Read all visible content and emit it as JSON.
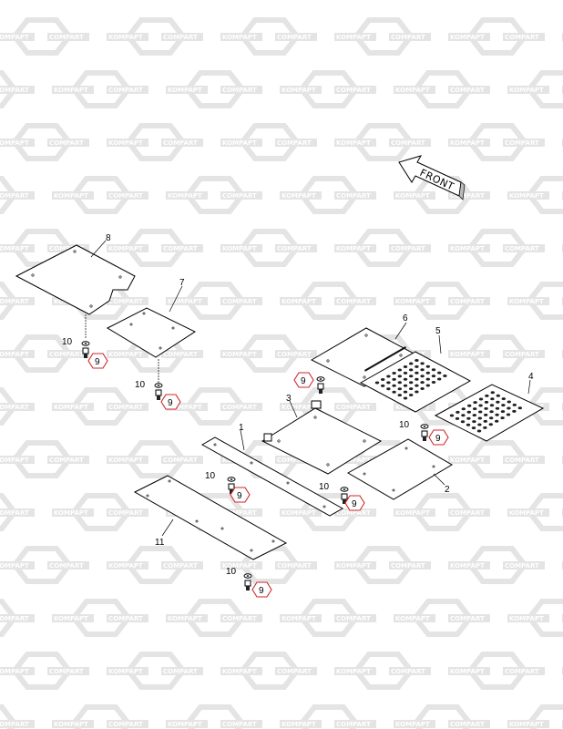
{
  "watermark": {
    "brand_left": "KOMPAPT",
    "brand_right": "COMPART"
  },
  "direction_label": "FRONT",
  "callouts": {
    "p1": "1",
    "p2": "2",
    "p3": "3",
    "p4": "4",
    "p5": "5",
    "p6": "6",
    "p7": "7",
    "p8": "8",
    "p11": "11",
    "w_a": "10",
    "w_b": "10",
    "w_c": "10",
    "w_d": "10",
    "w_e": "10",
    "w_f": "10",
    "b_a": "9",
    "b_b": "9",
    "b_c": "9",
    "b_d": "9",
    "b_e": "9",
    "b_f": "9",
    "b_g": "9"
  },
  "colors": {
    "highlight": "#d0262b",
    "line": "#000000",
    "watermark": "#e2e2e2"
  }
}
